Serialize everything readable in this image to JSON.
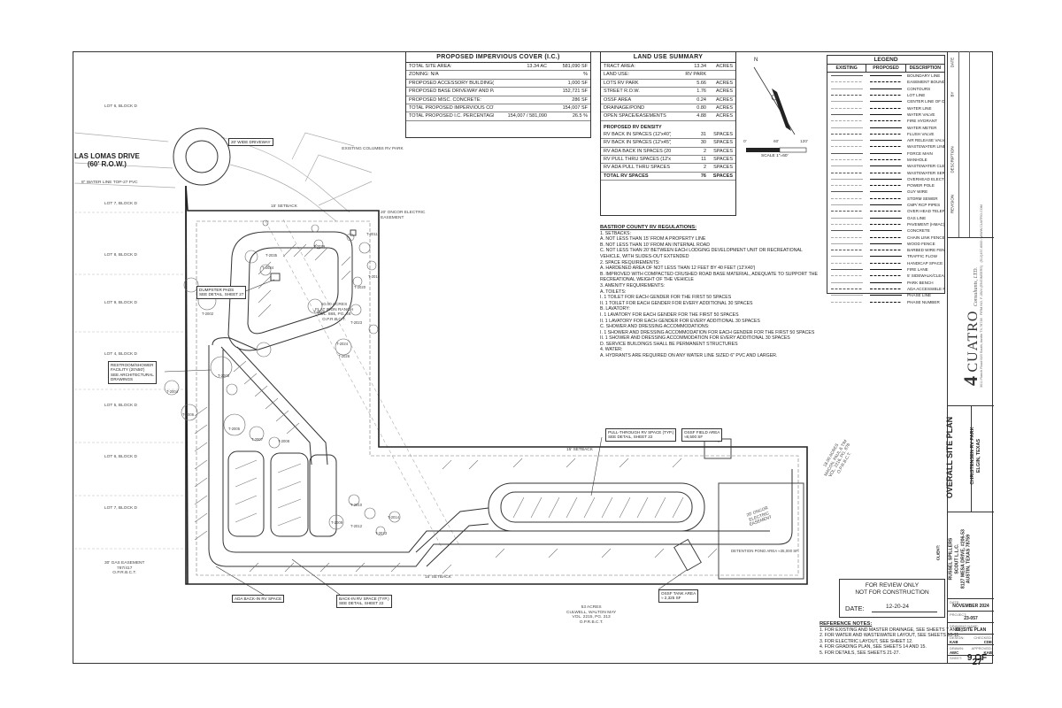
{
  "impervious": {
    "title": "PROPOSED IMPERVIOUS COVER (I.C.)",
    "rows": [
      {
        "k": "TOTAL SITE AREA:",
        "v": "13.34  AC",
        "u": "581,090  SF"
      },
      {
        "k": "ZONING: N/A",
        "v": "",
        "u": "%"
      },
      {
        "k": "PROPOSED ACCESSORY BUILDING(S):",
        "v": "",
        "u": "1,000  SF"
      },
      {
        "k": "PROPOSED BASE DRIVEWAY AND PADS:",
        "v": "",
        "u": "152,721  SF"
      },
      {
        "k": "PROPOSED MISC. CONCRETE:",
        "v": "",
        "u": "286  SF"
      },
      {
        "k": "TOTAL PROPOSED IMPERVIOUS COVER:",
        "v": "",
        "u": "154,007  SF"
      },
      {
        "k": "TOTAL PROPOSED I.C. PERCENTAGE:",
        "v": "154,007  /  581,090",
        "u": "26.5  %"
      }
    ]
  },
  "land_use": {
    "title": "LAND USE SUMMARY",
    "rows": [
      {
        "k": "TRACT AREA:",
        "v": "13.34",
        "u": "ACRES"
      },
      {
        "k": "LAND USE:",
        "v": "RV PARK",
        "u": ""
      },
      {
        "k": "LOTS RV PARK",
        "v": "5.66",
        "u": "ACRES"
      },
      {
        "k": "STREET R.O.W.",
        "v": "1.76",
        "u": "ACRES"
      },
      {
        "k": "OSSF AREA",
        "v": "0.24",
        "u": "ACRES"
      },
      {
        "k": "DRAINAGE/POND",
        "v": "0.80",
        "u": "ACRES"
      },
      {
        "k": "OPEN SPACE/EASEMENTS",
        "v": "4.88",
        "u": "ACRES"
      }
    ],
    "density_title": "PROPOSED RV DENSITY",
    "density": [
      {
        "k": "RV BACK IN SPACES (12'x40')",
        "v": "31",
        "u": "SPACES"
      },
      {
        "k": "RV BACK IN SPACES (12'x45')",
        "v": "30",
        "u": "SPACES"
      },
      {
        "k": "RV ADA BACK IN SPACES (20'x45')",
        "v": "2",
        "u": "SPACES"
      },
      {
        "k": "RV PULL THRU SPACES (12'x61')",
        "v": "11",
        "u": "SPACES"
      },
      {
        "k": "RV ADA PULL THRU SPACES (20'x58')",
        "v": "2",
        "u": "SPACES"
      },
      {
        "k": "TOTAL RV SPACES",
        "v": "76",
        "u": "SPACES"
      }
    ]
  },
  "regs": {
    "title": "BASTROP COUNTY RV REGULATIONS:",
    "lines": [
      "1. SETBACKS:",
      "   A.  NOT LESS THAN 15' FROM A PROPERTY LINE",
      "   B.  NOT LESS THAN 10' FROM AN INTERNAL ROAD",
      "   C.  NOT LESS THAN 20' BETWEEN EACH LODGING DEVELOPMENT UNIT OR RECREATIONAL",
      "        VEHICLE, WITH SLIDES-OUT EXTENDED",
      "2. SPACE REQUIREMENTS:",
      "   A.  HARDENED AREA OF NOT LESS THAN 12 FEET BY 40 FEET (12'X40')",
      "   B.  IMPROVED WITH COMPACTED CRUSHED ROAD BASE MATERIAL, ADEQUATE TO SUPPORT THE",
      "        RECREATIONAL WEIGHT OF THE VEHICLE",
      "3. AMENITY REQUIREMENTS:",
      "   A.  TOILETS:",
      "        I.  1 TOILET FOR EACH GENDER FOR THE FIRST 50 SPACES",
      "        II.  1 TOILET FOR EACH GENDER FOR EVERY ADDITIONAL 30 SPACES",
      "   B.  LAVATORY:",
      "        I.  1 LAVATORY FOR EACH GENDER FOR THE FIRST 50 SPACES",
      "        II.  1 LAVATORY FOR EACH GENDER FOR EVERY ADDITIONAL 30 SPACES",
      "   C.  SHOWER AND DRESSING ACCOMMODATIONS:",
      "        I.  1 SHOWER AND DRESSING ACCOMMODATION FOR EACH GENDER FOR THE FIRST 50 SPACES",
      "        II.  1 SHOWER AND DRESSING ACCOMMODATION FOR EVERY ADDITIONAL 30 SPACES",
      "   D.  SERVICE BUILDINGS SHALL BE PERMANENT STRUCTURES",
      "4. WATER:",
      "   A.  HYDRANTS ARE REQUIRED ON ANY WATER LINE SIZED 6\" PVC AND LARGER."
    ]
  },
  "plan_labels": {
    "road_name": "LAS LOMAS DRIVE",
    "road_row": "(60' R.O.W.)",
    "driveway": "20' WIDE DRIVEWAY",
    "water_line": "8\" WATER LINE TOP-27 PVC",
    "existing_park": "EXISTING COLUMBS RV PARK",
    "elec_easement": "20' ONCOR ELECTRIC EASEMENT",
    "elec_easement2": "20' ONCOR ELECTRIC EASEMENT",
    "setback_top": "15' SETBACK",
    "setback_mid": "15' SETBACK",
    "setback_bottom": "15' SETBACK",
    "dumpster": [
      "DUMPSTER PADS",
      "SEE DETAIL, SHEET 27"
    ],
    "restroom": [
      "RESTROOM/SHOWER",
      "FACILITY (20'x50')",
      "SEE ARCHITECTURAL",
      "DRAWINGS"
    ],
    "pull_through": [
      "PULL-THROUGH RV SPACE (TYP.)",
      "SEE DETAIL, SHEET 22"
    ],
    "ossf_field": [
      "OSSF FIELD AREA",
      "≈8,500 SF"
    ],
    "detention": "DETENTION POND AREA ≈35,000 SF",
    "ada_back": "ADA BACK-IN RV SPACE",
    "back_in": [
      "BACK-IN RV SPACE (TYP.)",
      "SEE DETAIL, SHEET 22"
    ],
    "ossf_tank": [
      "OSSF TANK AREA",
      "≈ 2,325 SF"
    ],
    "gas_easement": [
      "30' GAS EASEMENT",
      "787/417",
      "O.P.R.B.C.T."
    ],
    "mid_tract": [
      "10.00 ACRES",
      "FLAT IRON RANCH",
      "VOL. 884, PG. 46",
      "O.P.R.B.C.T."
    ],
    "bottom_tract": [
      "53 ACRES",
      "CULWELL, WALTON MAY",
      "VOL. 2215, PG. 213",
      "O.P.R.B.C.T."
    ],
    "right_tract": [
      "18.00 ACRES",
      "MACON, PAUL & TIM",
      "VOL. 2216, PG. 876",
      "O.P.R.B.C.T."
    ],
    "lots_left": [
      "LOT 6, BLOCK D",
      "LOT 7, BLOCK D",
      "LOT 8, BLOCK D",
      "LOT 9, BLOCK D",
      "LOT 4, BLOCK D",
      "LOT 5, BLOCK D",
      "LOT 6, BLOCK D",
      "LOT 7, BLOCK D"
    ],
    "trees": [
      "T-2034",
      "T-2035",
      "T-2039",
      "T-2011",
      "T-2016",
      "T-2020",
      "T-2029",
      "T-2023",
      "T-2002",
      "T-2003",
      "T-2004",
      "T-2006",
      "T-2005",
      "T-2007",
      "T-2008",
      "T-2009",
      "T-2010",
      "T-2012",
      "T-2013",
      "T-2014",
      "T-2024",
      "T-2026"
    ]
  },
  "scale": {
    "zero": "0'",
    "sixty": "60'",
    "onetwenty": "120'",
    "label": "SCALE  1\"=60'"
  },
  "north": {
    "label": "N"
  },
  "legend": {
    "title": "LEGEND",
    "cols": [
      "EXISTING",
      "PROPOSED",
      "DESCRIPTION"
    ],
    "items": [
      "BOUNDARY LINE",
      "EASEMENT BOUNDARY",
      "CONTOURS",
      "LOT LINE",
      "CENTER LINE OF DITCH",
      "WATER LINE",
      "WATER VALVE",
      "FIRE HYDRANT",
      "WATER METER",
      "FLUSH VALVE",
      "AIR RELEASE VALVE",
      "WASTEWATER LINE",
      "FORCE MAIN",
      "MANHOLE",
      "WASTEWATER CLEANOUT",
      "WASTEWATER SERVICE",
      "OVERHEAD ELECTRIC",
      "POWER POLE",
      "GUY WIRE",
      "STORM SEWER",
      "CMP/ RCP PIPES",
      "OVER HEAD TELEPHONE",
      "GAS LINE",
      "PAVEMENT (HMAC)",
      "CONCRETE",
      "CHAIN LINK FENCE",
      "WOOD FENCE",
      "BARBED WIRE FENCE",
      "TRAFFIC FLOW",
      "HANDICAP SPACE",
      "FIRE LANE",
      "5' SIDEWALK/CLEAR ZONE",
      "PARK BENCH",
      "ADA ACCESSIBLE ROUTE",
      "PHASE LINE",
      "PHASE NUMBER"
    ]
  },
  "review": {
    "line1": "FOR REVIEW ONLY",
    "line2": "NOT FOR CONSTRUCTION",
    "date_label": "DATE:",
    "date_value": "12-20-24"
  },
  "ref_notes": {
    "title": "REFERENCE NOTES:",
    "lines": [
      "1.  FOR EXISTING AND MASTER DRAINAGE, SEE SHEETS 7 AND 8.",
      "2.  FOR WATER AND WASTEWATER LAYOUT, SEE SHEETS 10-11.",
      "3.  FOR ELECTRIC LAYOUT, SEE SHEET 12.",
      "4.  FOR GRADING PLAN, SEE SHEETS 14 AND 15.",
      "5.  FOR DETAILS, SEE SHEETS 21-27."
    ]
  },
  "title_block": {
    "rev_headers": [
      "DATE",
      "BY",
      "DESCRIPTION",
      "REVISION"
    ],
    "company": "CUATRO",
    "company_sub": "Consultants, LTD.",
    "company_addr": [
      "3011 Ranch Road 620 South, Austin TX 78738",
      "FIRM NO. F-3524 (ENGINEERS)",
      "(512)457-8000 / WWW.CUATRO.COM"
    ],
    "sheet_title": "OVERALL SITE PLAN",
    "project": [
      "CHRISTENSEN RV PARK",
      "ELGIN, TEXAS"
    ],
    "client_label": "CLIENT:",
    "client": [
      "RUSSEL SPILLERS",
      "SCOUT L.L.C.",
      "8127 MESA DRIVE, #206-53",
      "AUSTIN, TEXAS 78759"
    ],
    "date_cap": "DATE:",
    "date_val": "NOVEMBER 2024",
    "project_cap": "PROJECT:",
    "project_val": "23-057",
    "drawing_cap": "DRAWING NAME:",
    "drawing_val": "08_SITE PLAN",
    "design_cap": "DESIGN:",
    "design_val": "KAB",
    "checked_cap": "CHECKED:",
    "checked_val": "CDE",
    "drawn_cap": "DRAWN:",
    "drawn_val": "AWC",
    "approved_cap": "APPROVED:",
    "approved_val": "KAB",
    "sheet_cap": "SHEET:",
    "sheet_no": "9 OF 27"
  }
}
